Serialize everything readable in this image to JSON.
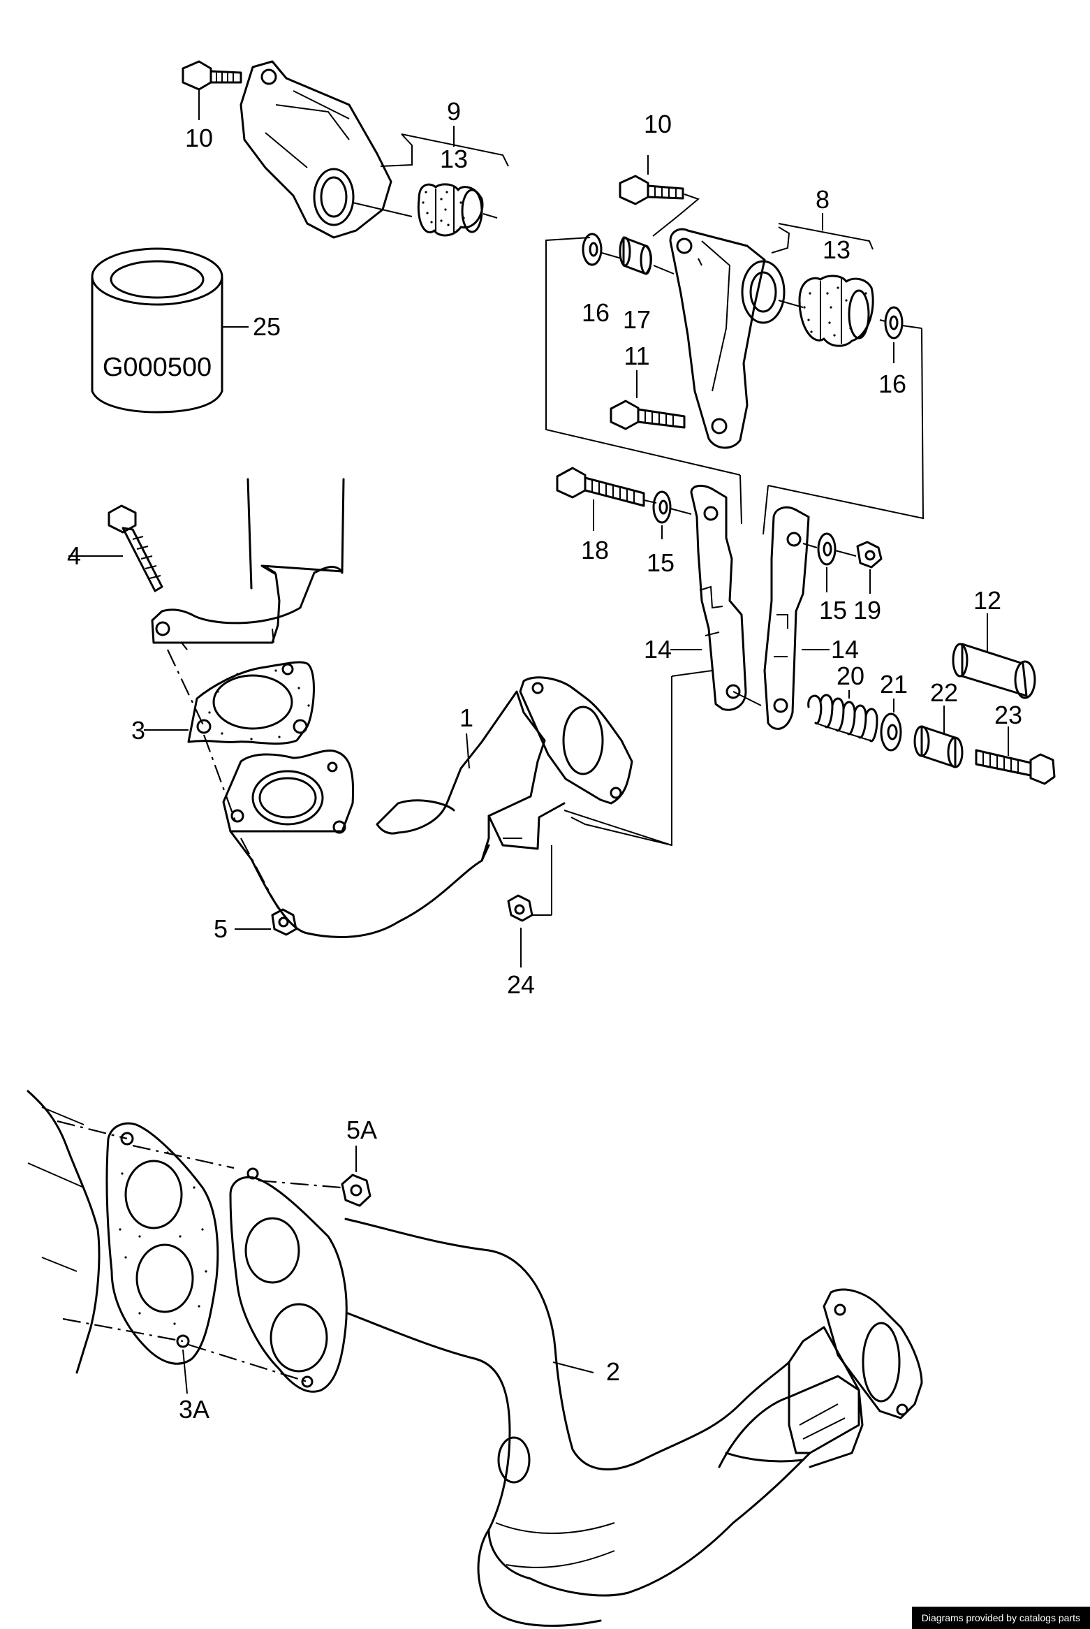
{
  "callouts": {
    "c1": "1",
    "c2": "2",
    "c3": "3",
    "c3A": "3A",
    "c4": "4",
    "c5": "5",
    "c5A": "5A",
    "c8": "8",
    "c9": "9",
    "c10a": "10",
    "c10b": "10",
    "c11": "11",
    "c12": "12",
    "c13a": "13",
    "c13b": "13",
    "c14a": "14",
    "c14b": "14",
    "c15a": "15",
    "c15b": "15",
    "c16a": "16",
    "c16b": "16",
    "c17": "17",
    "c18": "18",
    "c19": "19",
    "c20": "20",
    "c21": "21",
    "c22": "22",
    "c23": "23",
    "c24": "24",
    "c25": "25"
  },
  "stamp_text": "G000500",
  "credit": "Diagrams provided by catalogs parts"
}
